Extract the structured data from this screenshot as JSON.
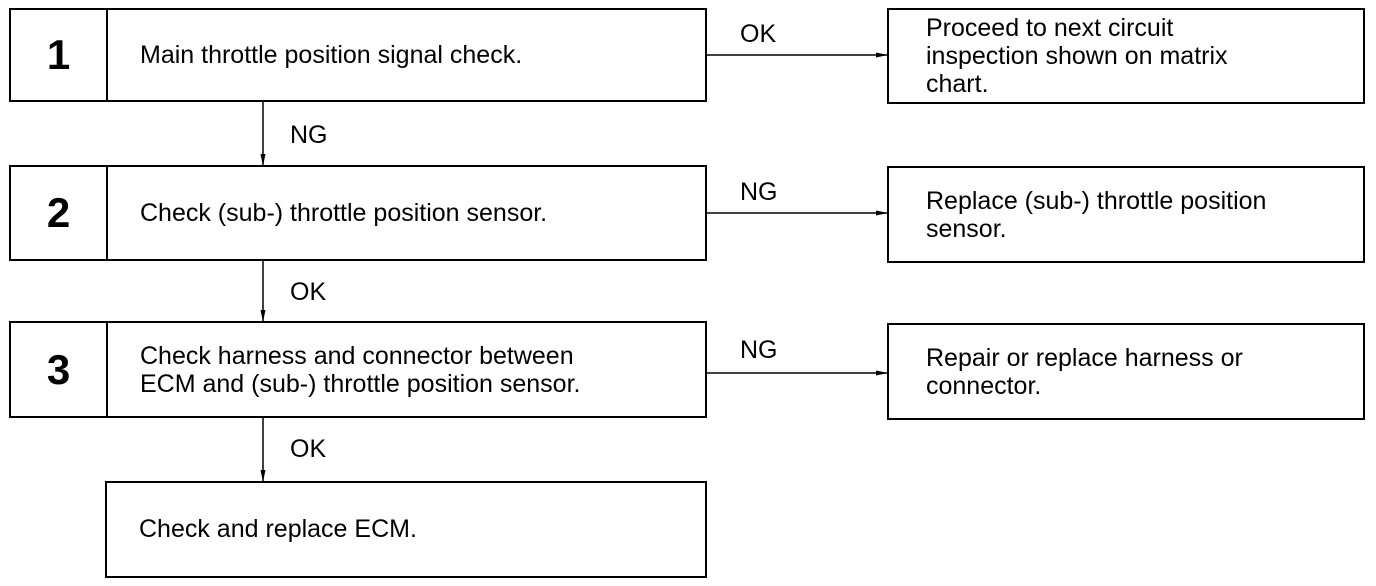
{
  "steps": [
    {
      "number": "1",
      "text": "Main throttle position signal check."
    },
    {
      "number": "2",
      "text": "Check (sub-) throttle position sensor."
    },
    {
      "number": "3",
      "text_lines": [
        "Check harness and connector between",
        "ECM and (sub-) throttle position sensor."
      ]
    }
  ],
  "results": [
    {
      "lines": [
        "Proceed to next circuit",
        "inspection shown on matrix",
        "chart."
      ]
    },
    {
      "lines": [
        "Replace (sub-) throttle position",
        "sensor."
      ]
    },
    {
      "lines": [
        "Repair or replace harness or",
        "connector."
      ]
    }
  ],
  "final": {
    "text": "Check and replace ECM."
  },
  "branch_labels": {
    "step1_right": "OK",
    "step1_down": "NG",
    "step2_right": "NG",
    "step2_down": "OK",
    "step3_right": "NG",
    "step3_down": "OK"
  }
}
